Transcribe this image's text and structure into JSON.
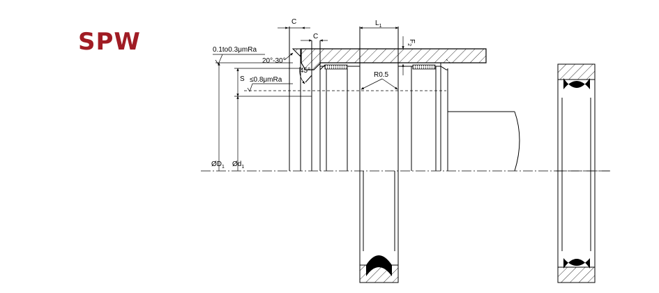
{
  "product": {
    "code": "SPW"
  },
  "labels": {
    "c_top": "C",
    "c_mid": "C",
    "l1": "L",
    "l1_sub": "1",
    "f2": "F",
    "f2_sub": "2",
    "roughness1": "0.1to0.3μmRa",
    "angle": "20°-30°",
    "chamfer": "45°",
    "s": "S",
    "roughness2": "≤0.8μmRa",
    "radius": "R0.5",
    "d1_big": "ØD",
    "d1_big_sub": "1",
    "d1_small": "Ød",
    "d1_small_sub": "1"
  },
  "colors": {
    "brand": "#a01c24",
    "line": "#000000"
  }
}
